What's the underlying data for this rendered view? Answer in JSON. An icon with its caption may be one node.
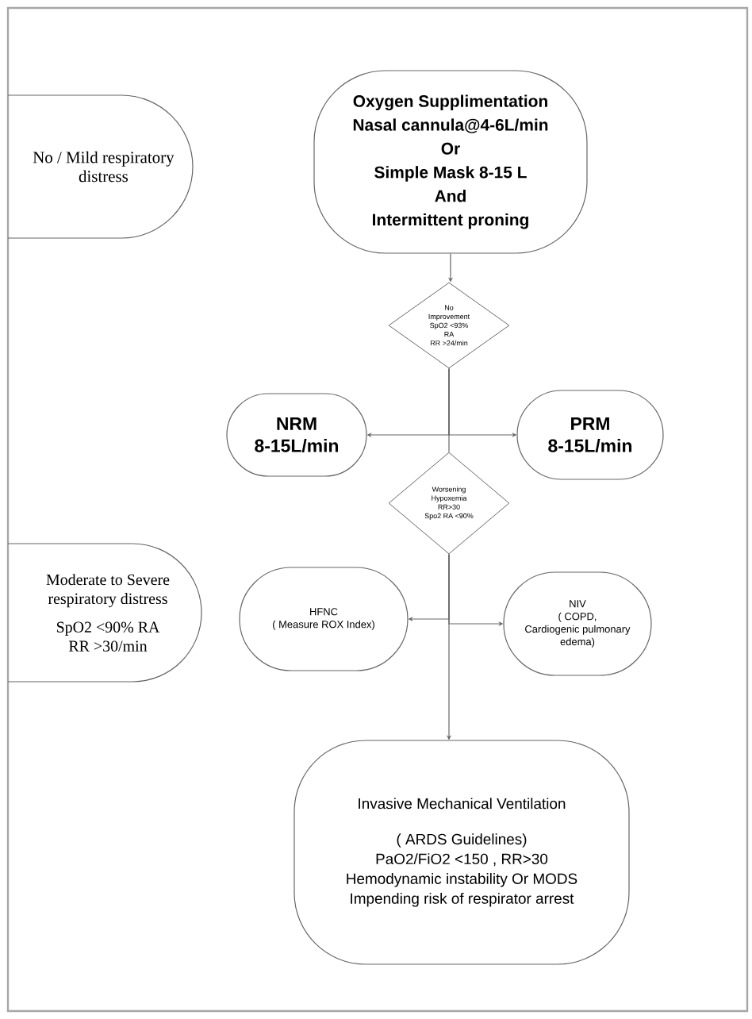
{
  "diagram": {
    "nodes": [
      {
        "text": [
          "No / Mild respiratory distress"
        ]
      },
      {
        "text": [
          "Oxygen Supplimentation",
          "Nasal cannula@4-6L/min",
          "Or",
          "Simple Mask 8-15 L",
          "And",
          "Intermittent proning"
        ]
      },
      {
        "text": [
          "No Improvement",
          "SpO2 <93% RA",
          "RR >24/min"
        ]
      },
      {
        "text": [
          "NRM",
          "8-15L/min"
        ]
      },
      {
        "text": [
          "PRM",
          "8-15L/min"
        ]
      },
      {
        "text": [
          "Worsening Hypoxemia",
          "RR>30",
          "Spo2 RA <90%"
        ]
      },
      {
        "text": [
          "Moderate to Severe respiratory distress",
          "SpO2 <90% RA",
          "RR >30/min"
        ]
      },
      {
        "text": [
          "HFNC",
          "( Measure ROX Index)"
        ]
      },
      {
        "text": [
          "NIV",
          "( COPD,",
          "Cardiogenic pulmonary edema)"
        ]
      },
      {
        "text": [
          "Invasive Mechanical Ventilation",
          "( ARDS Guidelines)",
          "PaO2/FiO2 <150 , RR>30",
          "Hemodynamic instability Or MODS",
          "Impending risk of respirator arrest"
        ]
      }
    ],
    "edges": [
      {
        "from": 1,
        "to": 2,
        "arrow": "to"
      },
      {
        "from": 2,
        "to": 3,
        "arrow": "to"
      },
      {
        "from": 2,
        "to": 4,
        "arrow": "to"
      },
      {
        "from": 2,
        "to": 5,
        "arrow": "none"
      },
      {
        "from": 5,
        "to": 7,
        "arrow": "to"
      },
      {
        "from": 5,
        "to": 8,
        "arrow": "to"
      },
      {
        "from": 5,
        "to": 9,
        "arrow": "to"
      }
    ]
  }
}
